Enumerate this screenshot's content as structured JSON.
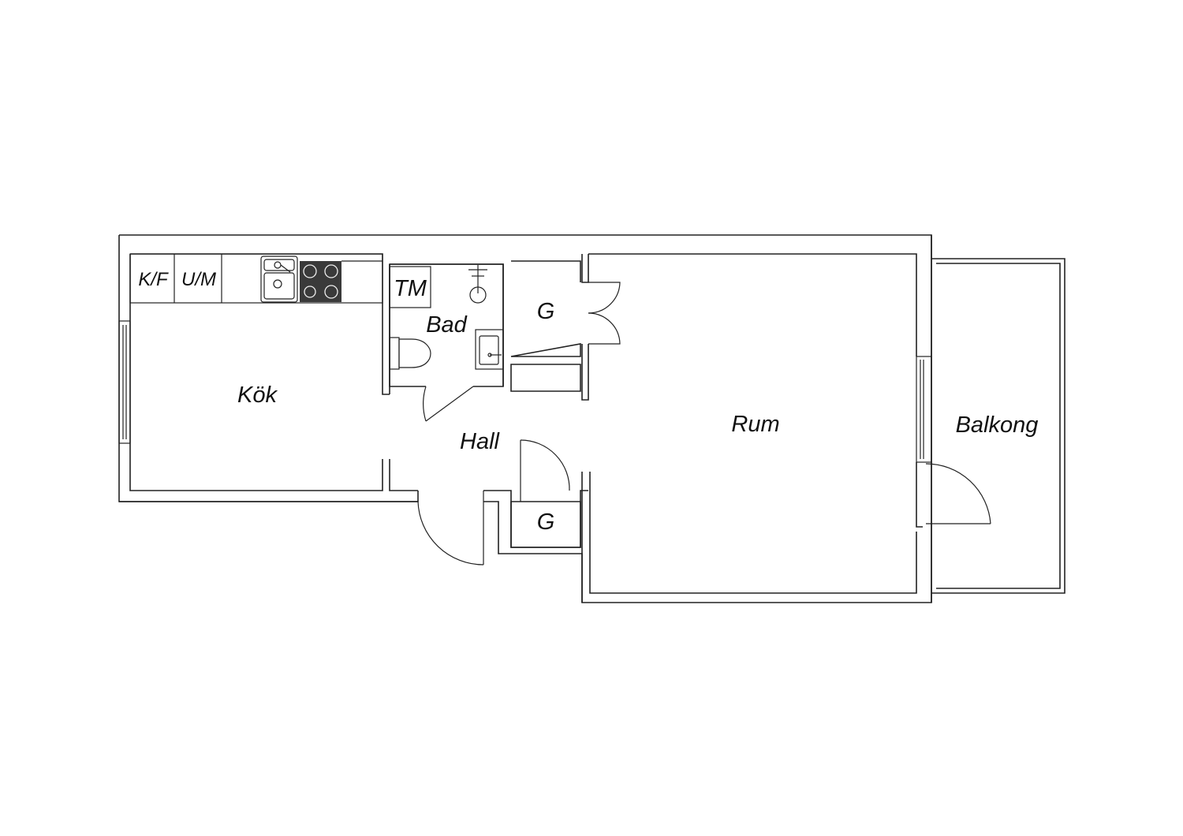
{
  "rooms": {
    "kok": "Kök",
    "bad": "Bad",
    "hall": "Hall",
    "rum": "Rum",
    "balkong": "Balkong",
    "garderob_top": "G",
    "garderob_bottom": "G"
  },
  "appliances": {
    "fridge_freezer": "K/F",
    "micro_oven": "U/M",
    "washer": "TM"
  },
  "colors": {
    "line": "#222222",
    "stove": "#3a3a3a",
    "background": "#ffffff"
  }
}
